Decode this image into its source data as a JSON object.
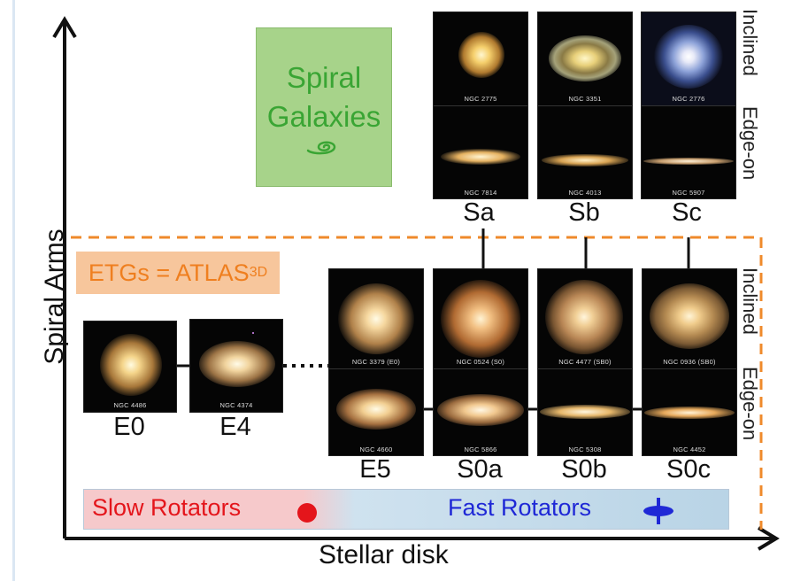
{
  "axes": {
    "x_label": "Stellar disk",
    "y_label": "Spiral Arms"
  },
  "spiral_box": {
    "line1": "Spiral",
    "line2": "Galaxies"
  },
  "etg_label": {
    "text": "ETGs = ATLAS",
    "superscript": "3D"
  },
  "view_labels": {
    "inclined": "Inclined",
    "edge_on": "Edge-on"
  },
  "spirals": [
    {
      "class": "Sa",
      "inclined_ngc": "NGC 2775",
      "edgeon_ngc": "NGC 7814"
    },
    {
      "class": "Sb",
      "inclined_ngc": "NGC 3351",
      "edgeon_ngc": "NGC 4013"
    },
    {
      "class": "Sc",
      "inclined_ngc": "NGC 2776",
      "edgeon_ngc": "NGC 5907"
    }
  ],
  "etgs": [
    {
      "class": "E0",
      "ngc": "NGC 4486"
    },
    {
      "class": "E4",
      "ngc": "NGC 4374"
    },
    {
      "class": "E5",
      "inclined_ngc": "NGC 3379 (E0)",
      "edgeon_ngc": "NGC 4660"
    },
    {
      "class": "S0a",
      "inclined_ngc": "NGC 0524 (S0)",
      "edgeon_ngc": "NGC 5866"
    },
    {
      "class": "S0b",
      "inclined_ngc": "NGC 4477 (SB0)",
      "edgeon_ngc": "NGC 5308"
    },
    {
      "class": "S0c",
      "inclined_ngc": "NGC 0936 (SB0)",
      "edgeon_ngc": "NGC 4452"
    }
  ],
  "rotators": {
    "slow": "Slow Rotators",
    "fast": "Fast Rotators"
  },
  "colors": {
    "spiral_green": "#3aa534",
    "etg_orange": "#ef7f1f",
    "slow_red": "#e4151b",
    "fast_blue": "#1f28d6"
  }
}
